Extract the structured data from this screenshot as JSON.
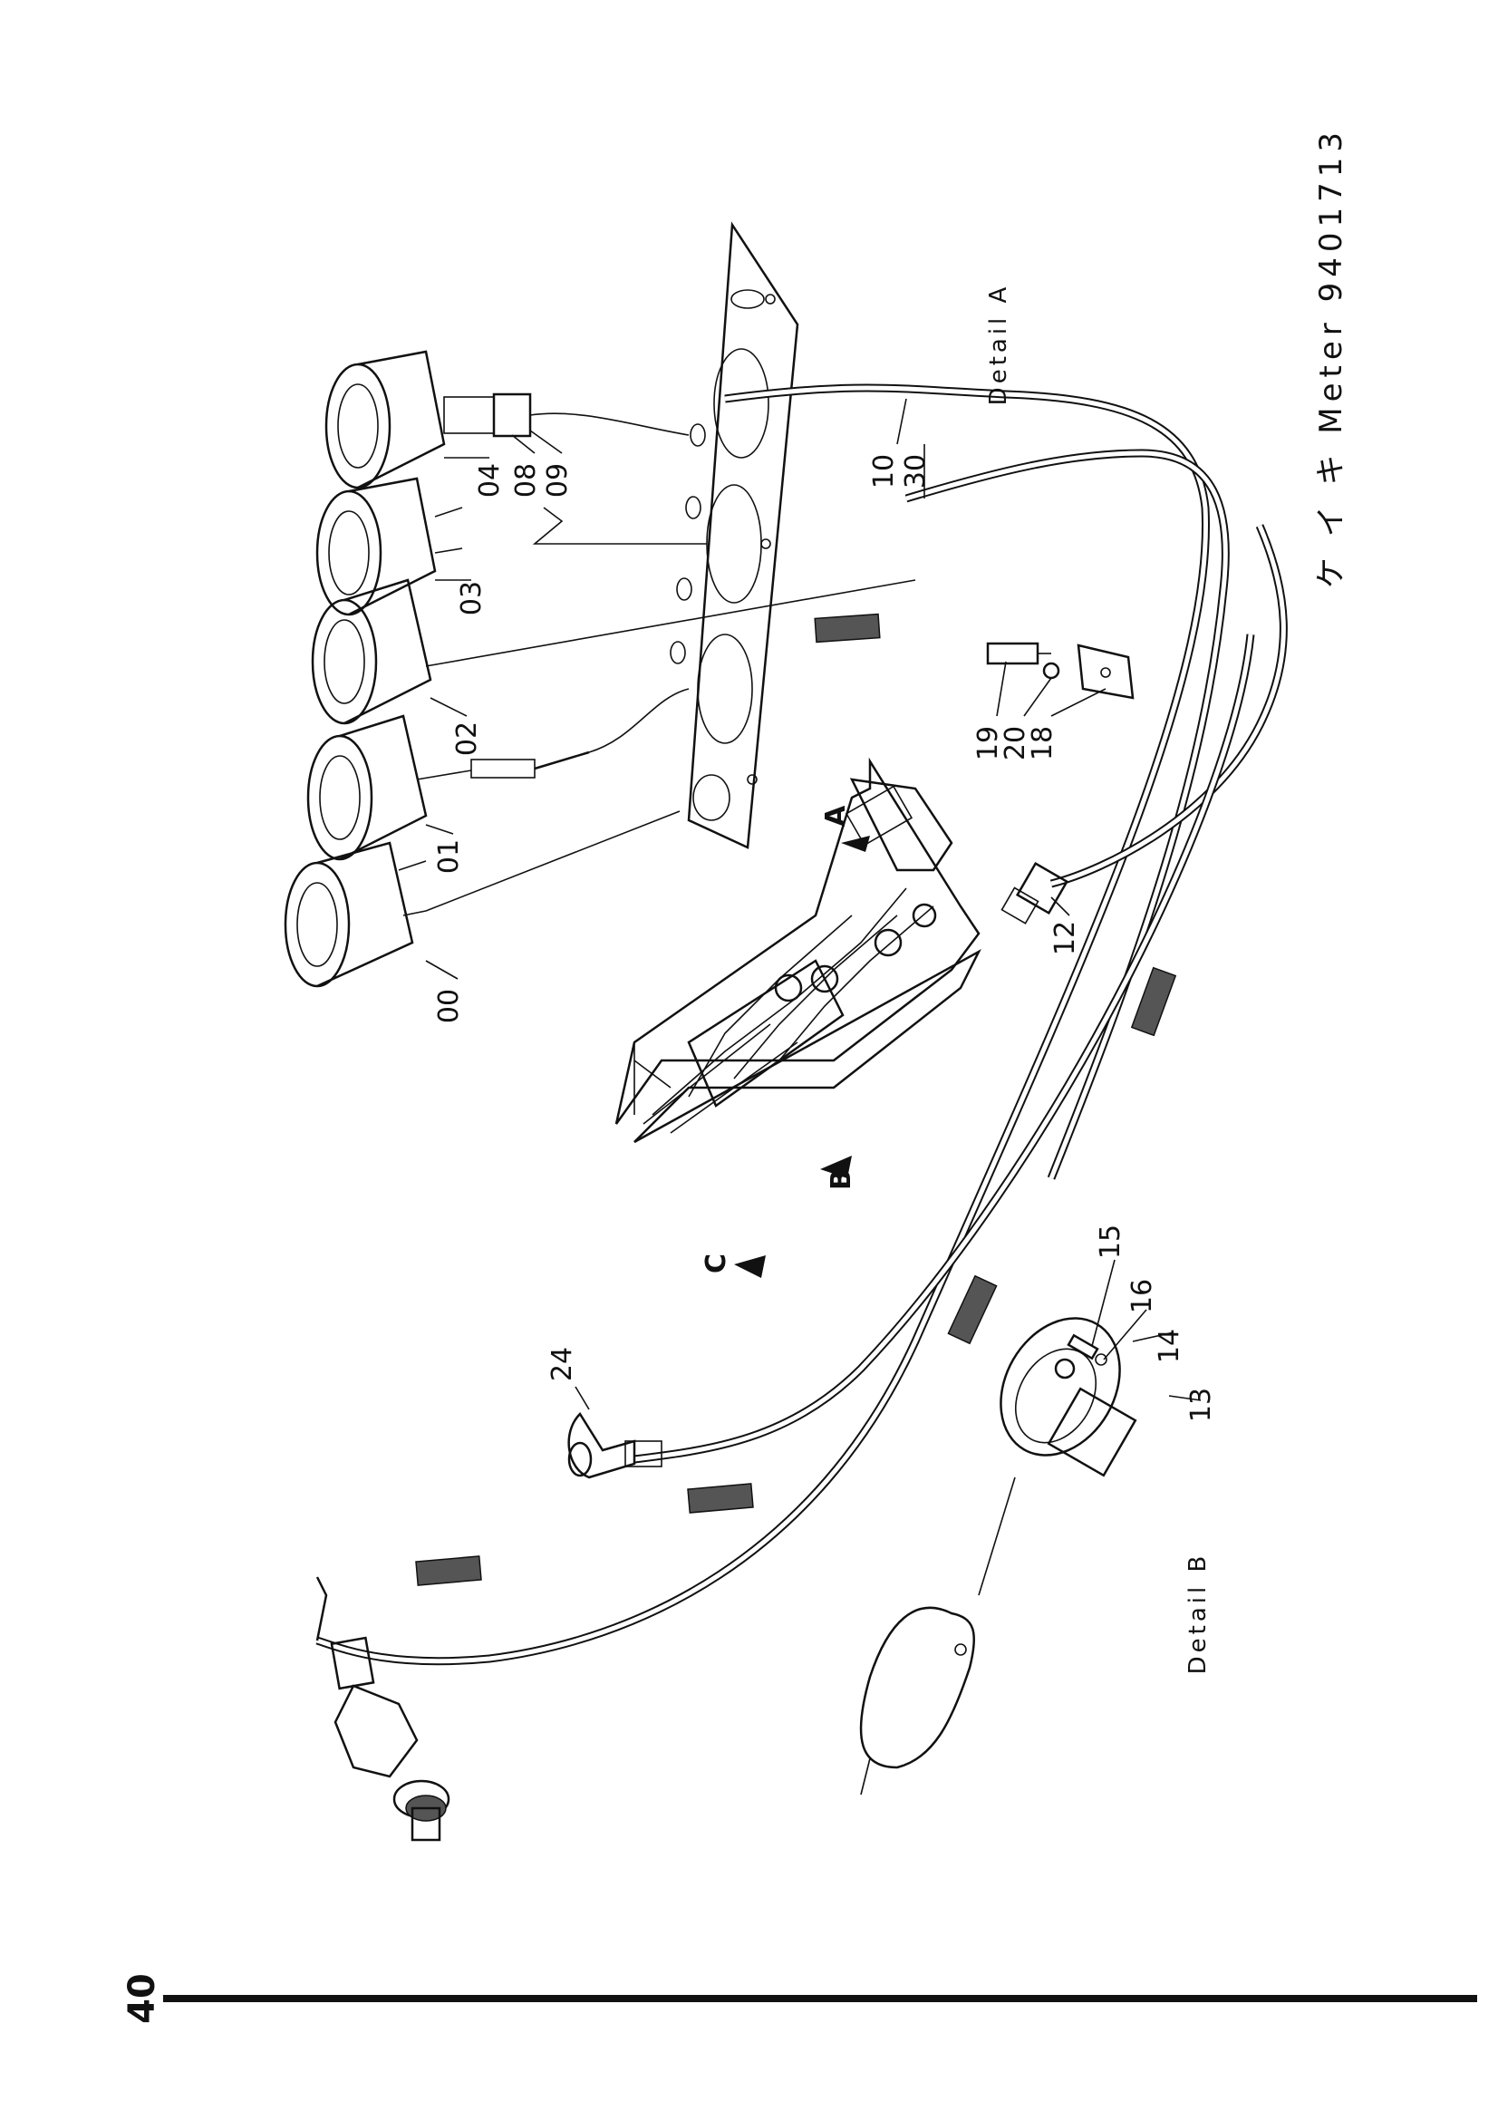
{
  "header": {
    "title": "ケ イ キ Meter 9401713"
  },
  "page_number": "40",
  "details": {
    "a": "Detail A",
    "b": "Detail B"
  },
  "markers": {
    "a": "A",
    "b": "B",
    "c": "C"
  },
  "callouts": {
    "p00": "00",
    "p01": "01",
    "p02": "02",
    "p03": "03",
    "p04": "04",
    "p08": "08",
    "p09": "09",
    "p10": "10",
    "p30": "30",
    "p12": "12",
    "p13": "13",
    "p14": "14",
    "p15": "15",
    "p16": "16",
    "p18": "18",
    "p19": "19",
    "p20": "20",
    "p24": "24"
  }
}
